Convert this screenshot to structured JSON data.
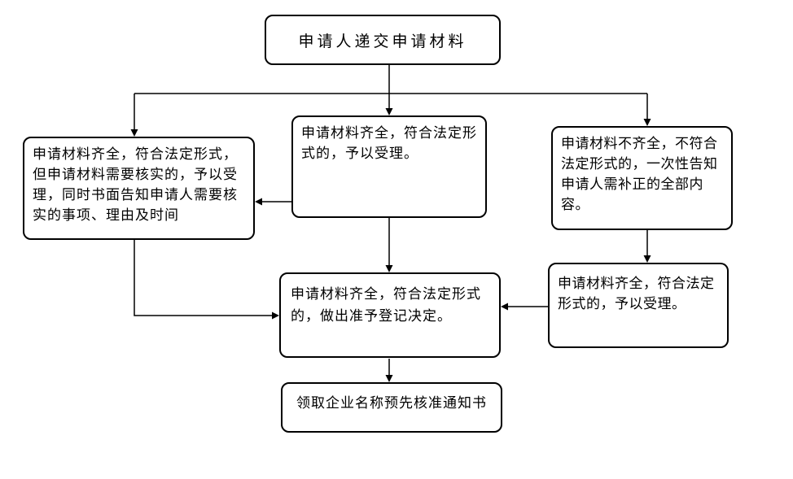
{
  "diagram": {
    "type": "flowchart",
    "nodes": {
      "submit": {
        "label": "申请人递交申请材料"
      },
      "verify": {
        "label": "申请材料齐全，符合法定形式，\n但申请材料需要核实的，予以受\n理，同时书面告知申请人需要核\n实的事项、理由及时间"
      },
      "accept_mid": {
        "label": "申请材料齐全，符合法定形\n式的，予以受理。"
      },
      "incomplete": {
        "label": "申请材料不齐全，不符合\n法定形式的，一次性告知\n申请人需补正的全部内\n容。"
      },
      "decision": {
        "label": "申请材料齐全，符合法定形式\n的，做出准予登记决定。"
      },
      "accept_right": {
        "label": "申请材料齐全，符合法定\n形式的，予以受理。"
      },
      "notice": {
        "label": "领取企业名称预先核准通知书"
      }
    },
    "edges": [
      {
        "from": "submit",
        "to": "verify"
      },
      {
        "from": "submit",
        "to": "accept_mid"
      },
      {
        "from": "submit",
        "to": "incomplete"
      },
      {
        "from": "accept_mid",
        "to": "verify"
      },
      {
        "from": "verify",
        "to": "decision"
      },
      {
        "from": "accept_mid",
        "to": "decision"
      },
      {
        "from": "incomplete",
        "to": "accept_right"
      },
      {
        "from": "accept_right",
        "to": "decision"
      },
      {
        "from": "decision",
        "to": "notice"
      }
    ],
    "colors": {
      "line": "#000000",
      "border": "#000000",
      "fill": "#ffffff",
      "text": "#000000",
      "background": "#ffffff"
    }
  }
}
